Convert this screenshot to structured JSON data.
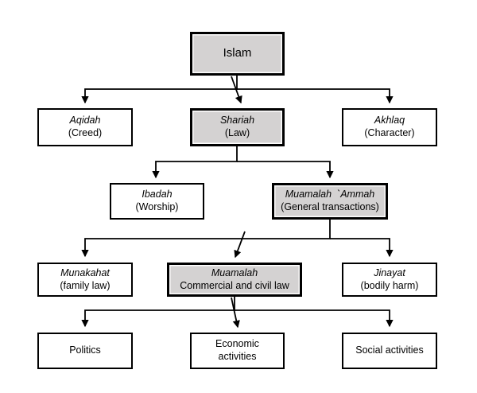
{
  "diagram": {
    "title": "Islam — Aqidah / Shariah / Akhlaq hierarchy",
    "colors": {
      "shaded_fill": "#d4d2d2",
      "plain_fill": "#ffffff",
      "stroke": "#000000",
      "background": "#ffffff"
    },
    "nodes": [
      {
        "id": "islam",
        "line1": "Islam",
        "line2": "",
        "style": "shaded",
        "level": 1
      },
      {
        "id": "aqidah",
        "line1": "Aqidah",
        "line2": "(Creed)",
        "style": "plain",
        "level": 2
      },
      {
        "id": "shariah",
        "line1": "Shariah",
        "line2": "(Law)",
        "style": "shaded",
        "level": 2
      },
      {
        "id": "akhlaq",
        "line1": "Akhlaq",
        "line2": "(Character)",
        "style": "plain",
        "level": 2
      },
      {
        "id": "ibadah",
        "line1": "Ibadah",
        "line2": "(Worship)",
        "style": "plain",
        "level": 3
      },
      {
        "id": "muamalah-ammah",
        "line1": "Muamalah  `Ammah",
        "line2": "(General transactions)",
        "style": "shaded",
        "level": 3
      },
      {
        "id": "munakahat",
        "line1": "Munakahat",
        "line2": "(family law)",
        "style": "plain",
        "level": 4
      },
      {
        "id": "muamalah",
        "line1": "Muamalah",
        "line2": "Commercial and civil law",
        "style": "shaded",
        "level": 4
      },
      {
        "id": "jinayat",
        "line1": "Jinayat",
        "line2": "(bodily harm)",
        "style": "plain",
        "level": 4
      },
      {
        "id": "politics",
        "line1": "Politics",
        "line2": "",
        "style": "plain",
        "level": 5
      },
      {
        "id": "economic-activities",
        "line1": "Economic",
        "line2": "activities",
        "style": "plain",
        "level": 5
      },
      {
        "id": "social-activities",
        "line1": "Social activities",
        "line2": "",
        "style": "plain",
        "level": 5
      }
    ],
    "edges": [
      {
        "from": "islam",
        "to": "aqidah"
      },
      {
        "from": "islam",
        "to": "shariah"
      },
      {
        "from": "islam",
        "to": "akhlaq"
      },
      {
        "from": "shariah",
        "to": "ibadah"
      },
      {
        "from": "shariah",
        "to": "muamalah-ammah"
      },
      {
        "from": "muamalah-ammah",
        "to": "munakahat"
      },
      {
        "from": "muamalah-ammah",
        "to": "muamalah"
      },
      {
        "from": "muamalah-ammah",
        "to": "jinayat"
      },
      {
        "from": "muamalah",
        "to": "politics"
      },
      {
        "from": "muamalah",
        "to": "economic-activities"
      },
      {
        "from": "muamalah",
        "to": "social-activities"
      }
    ]
  }
}
